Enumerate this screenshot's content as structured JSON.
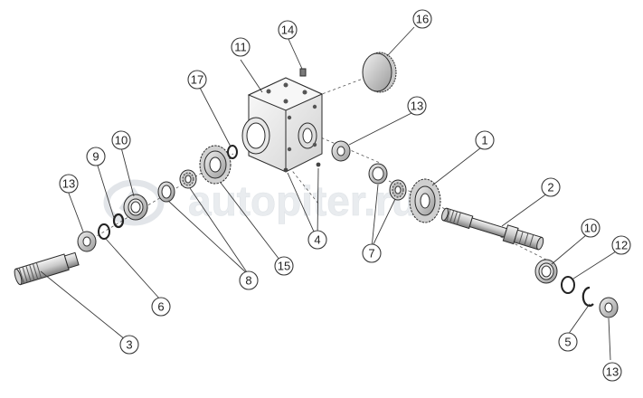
{
  "watermark": {
    "text": "autopiter.ru",
    "color": "#e6e9ed"
  },
  "callouts": [
    {
      "id": "c-1",
      "label": "1"
    },
    {
      "id": "c-2",
      "label": "2"
    },
    {
      "id": "c-3",
      "label": "3"
    },
    {
      "id": "c-4",
      "label": "4"
    },
    {
      "id": "c-5",
      "label": "5"
    },
    {
      "id": "c-6",
      "label": "6"
    },
    {
      "id": "c-7",
      "label": "7"
    },
    {
      "id": "c-8",
      "label": "8"
    },
    {
      "id": "c-9",
      "label": "9"
    },
    {
      "id": "c-10a",
      "label": "10"
    },
    {
      "id": "c-10b",
      "label": "10"
    },
    {
      "id": "c-11",
      "label": "11"
    },
    {
      "id": "c-12",
      "label": "12"
    },
    {
      "id": "c-13a",
      "label": "13"
    },
    {
      "id": "c-13b",
      "label": "13"
    },
    {
      "id": "c-13c",
      "label": "13"
    },
    {
      "id": "c-14",
      "label": "14"
    },
    {
      "id": "c-15",
      "label": "15"
    },
    {
      "id": "c-16",
      "label": "16"
    },
    {
      "id": "c-17",
      "label": "17"
    }
  ]
}
